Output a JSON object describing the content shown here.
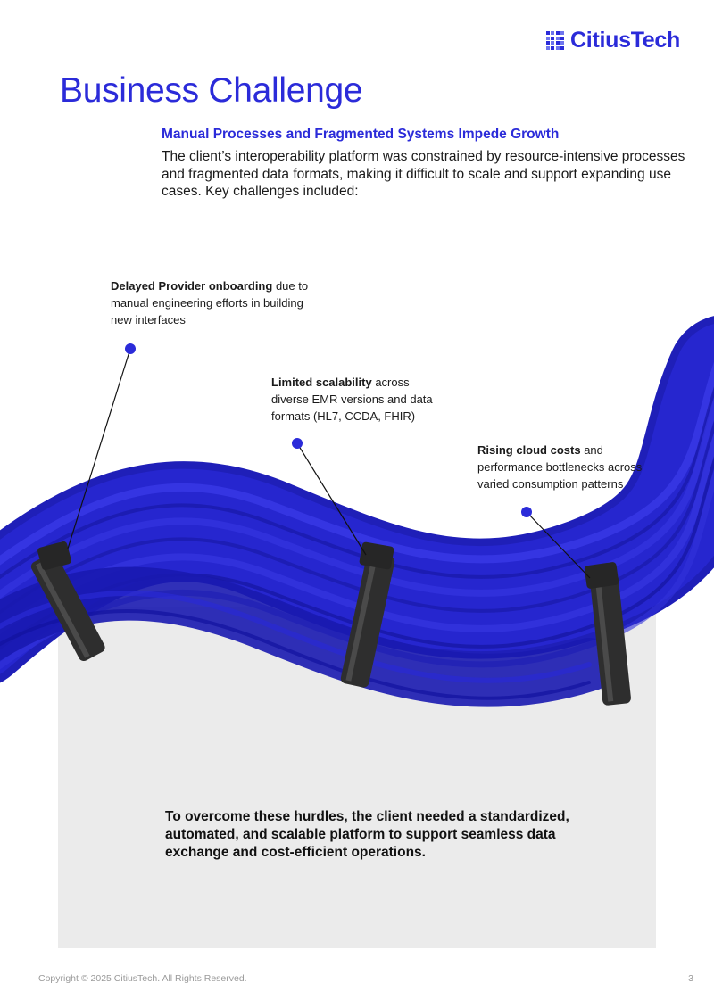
{
  "brand": {
    "name": "CitiusTech",
    "color": "#2b2bd9"
  },
  "title": "Business Challenge",
  "subheading": "Manual Processes and Fragmented Systems Impede Growth",
  "intro": "The client’s interoperability platform was constrained by resource-intensive processes and fragmented data formats, making it difficult to scale and support expanding use cases. Key challenges included:",
  "challenges": [
    {
      "bold": "Delayed Provider onboarding",
      "rest": " due to manual engineering efforts in building new interfaces"
    },
    {
      "bold": "Limited scalability",
      "rest": " across diverse EMR versions and data formats (HL7, CCDA, FHIR)"
    },
    {
      "bold": "Rising cloud costs",
      "rest": " and performance bottlenecks across varied consumption patterns"
    }
  ],
  "conclusion": "To overcome these hurdles, the client needed a standardized, automated, and scalable platform to support seamless data exchange and cost-efficient operations.",
  "image": {
    "description": "bundle of blue cables held by black cable ties",
    "cable_color": "#2424cc",
    "tie_color": "#2b2b2b"
  },
  "footer": {
    "copyright": "Copyright © 2025 CitiusTech. All Rights Reserved.",
    "page_number": "3"
  }
}
